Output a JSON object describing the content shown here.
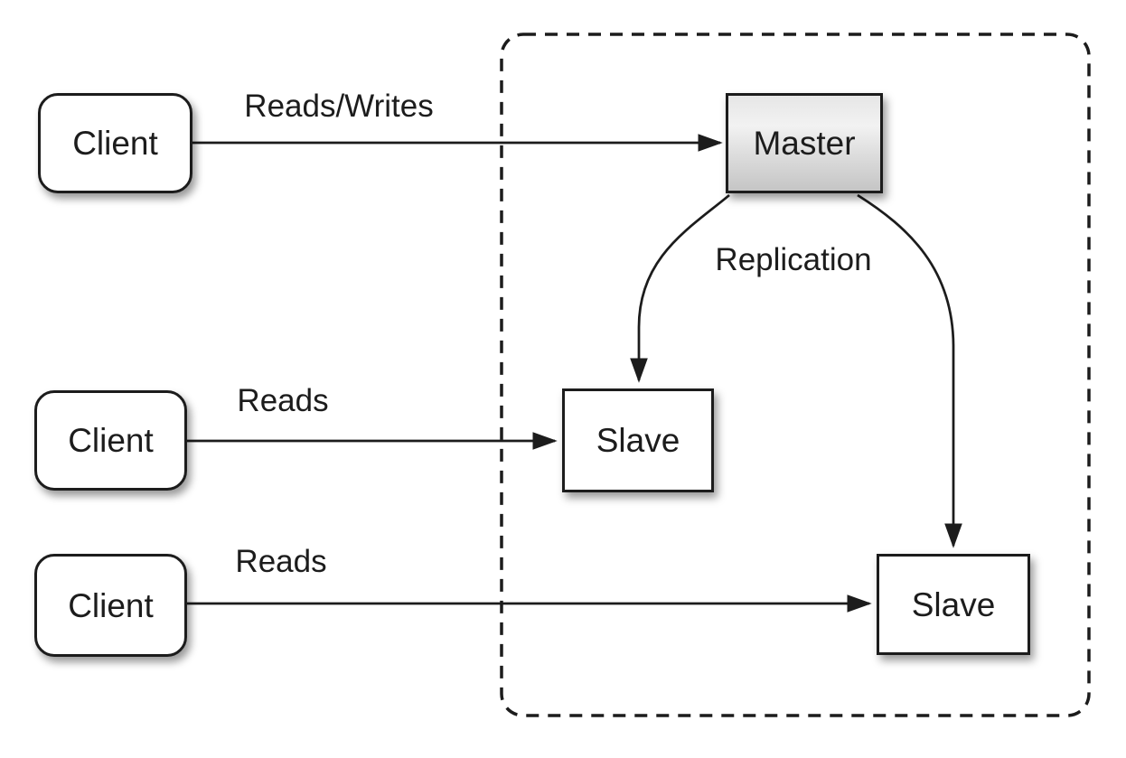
{
  "diagram": {
    "title": "master-slave-replication-architecture",
    "background": "#ffffff",
    "colors": {
      "stroke": "#1c1c1c",
      "text": "#1c1c1c",
      "node_fill": "#ffffff",
      "master_fill_top": "#e6e6e6",
      "master_fill_bottom": "#c5c5c5"
    },
    "cluster": {
      "name": "replication-boundary",
      "border_style": "dashed",
      "corner": "rounded"
    },
    "nodes": {
      "client_top": {
        "label": "Client",
        "shape": "rounded-rect"
      },
      "client_middle": {
        "label": "Client",
        "shape": "rounded-rect"
      },
      "client_bottom": {
        "label": "Client",
        "shape": "rounded-rect"
      },
      "master": {
        "label": "Master",
        "shape": "rect"
      },
      "slave_1": {
        "label": "Slave",
        "shape": "rect"
      },
      "slave_2": {
        "label": "Slave",
        "shape": "rect"
      }
    },
    "edges": {
      "client_top_to_master": {
        "label": "Reads/Writes",
        "from": "client_top",
        "to": "master",
        "type": "straight-arrow"
      },
      "client_middle_to_slave_1": {
        "label": "Reads",
        "from": "client_middle",
        "to": "slave_1",
        "type": "straight-arrow"
      },
      "client_bottom_to_slave_2": {
        "label": "Reads",
        "from": "client_bottom",
        "to": "slave_2",
        "type": "straight-arrow"
      },
      "master_to_slave_1": {
        "label": "Replication",
        "from": "master",
        "to": "slave_1",
        "type": "curved-arrow"
      },
      "master_to_slave_2": {
        "label": "",
        "from": "master",
        "to": "slave_2",
        "type": "curved-arrow"
      }
    }
  }
}
